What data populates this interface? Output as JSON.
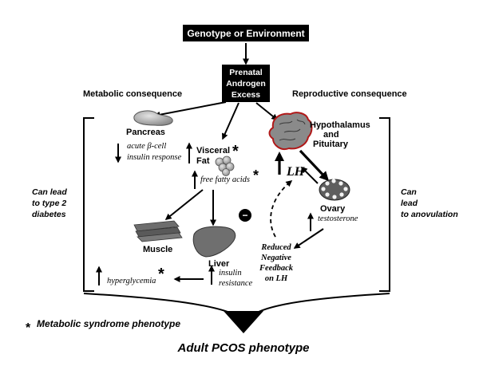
{
  "top_box": "Genotype or Environment",
  "androgen_box": {
    "line1": "Prenatal",
    "line2": "Androgen",
    "line3": "Excess"
  },
  "headers": {
    "metabolic": "Metabolic consequence",
    "reproductive": "Reproductive consequence"
  },
  "pancreas": {
    "label": "Pancreas",
    "note_line1": "acute β-cell",
    "note_line2": "insulin response"
  },
  "visceral_fat": {
    "line1": "Visceral",
    "line2": "Fat",
    "asterisk": "*"
  },
  "free_fatty_acids": {
    "label": "free fatty acids",
    "asterisk": "*"
  },
  "hypothalamus": {
    "line1": "Hypothalamus",
    "line2": "and",
    "line3": "Pituitary"
  },
  "lh": "LH",
  "ovary": {
    "label": "Ovary",
    "note": "testosterone"
  },
  "negative_sign": "−",
  "feedback": {
    "line1": "Reduced",
    "line2": "Negative",
    "line3": "Feedback",
    "line4": "on LH"
  },
  "muscle": "Muscle",
  "liver": "Liver",
  "insulin_resistance": {
    "line1": "insulin",
    "line2": "resistance"
  },
  "hyperglycemia": {
    "label": "hyperglycemia",
    "asterisk": "*"
  },
  "left_side": {
    "line1": "Can lead",
    "line2": "to type 2",
    "line3": "diabetes"
  },
  "right_side": {
    "line1": "Can",
    "line2": "lead",
    "line3": "to anovulation"
  },
  "legend": {
    "star": "*",
    "label": "Metabolic syndrome phenotype"
  },
  "outcome": "Adult PCOS phenotype"
}
